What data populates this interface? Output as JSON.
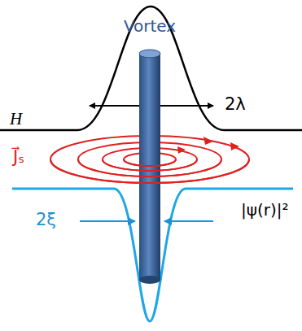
{
  "diagram": {
    "labels": [
      "Vortex",
      "H",
      "2λ",
      "J⃗ₛ",
      "|ψ(r)|²",
      "2ξ"
    ]
  }
}
